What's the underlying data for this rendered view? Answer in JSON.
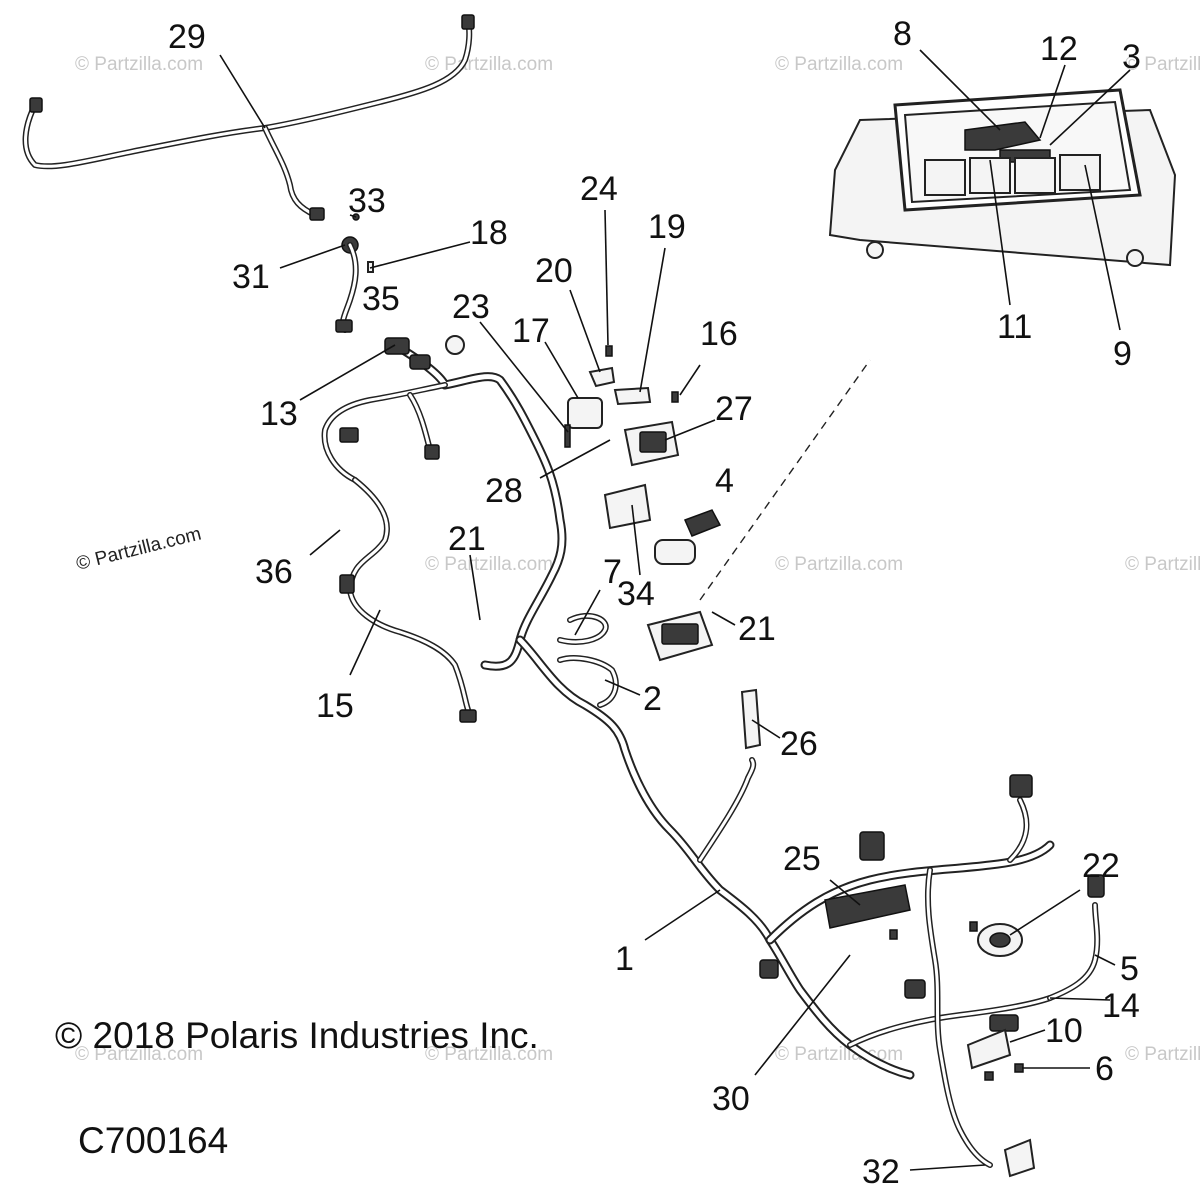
{
  "diagram": {
    "callouts": [
      {
        "id": "29",
        "text": "29"
      },
      {
        "id": "33",
        "text": "33"
      },
      {
        "id": "18",
        "text": "18"
      },
      {
        "id": "31",
        "text": "31"
      },
      {
        "id": "35",
        "text": "35"
      },
      {
        "id": "24",
        "text": "24"
      },
      {
        "id": "19",
        "text": "19"
      },
      {
        "id": "20",
        "text": "20"
      },
      {
        "id": "23",
        "text": "23"
      },
      {
        "id": "17",
        "text": "17"
      },
      {
        "id": "16",
        "text": "16"
      },
      {
        "id": "13",
        "text": "13"
      },
      {
        "id": "27",
        "text": "27"
      },
      {
        "id": "28",
        "text": "28"
      },
      {
        "id": "4",
        "text": "4"
      },
      {
        "id": "21a",
        "text": "21"
      },
      {
        "id": "36",
        "text": "36"
      },
      {
        "id": "7",
        "text": "7"
      },
      {
        "id": "34",
        "text": "34"
      },
      {
        "id": "21b",
        "text": "21"
      },
      {
        "id": "15",
        "text": "15"
      },
      {
        "id": "2",
        "text": "2"
      },
      {
        "id": "26",
        "text": "26"
      },
      {
        "id": "25",
        "text": "25"
      },
      {
        "id": "22",
        "text": "22"
      },
      {
        "id": "1",
        "text": "1"
      },
      {
        "id": "5",
        "text": "5"
      },
      {
        "id": "14",
        "text": "14"
      },
      {
        "id": "10",
        "text": "10"
      },
      {
        "id": "6",
        "text": "6"
      },
      {
        "id": "30",
        "text": "30"
      },
      {
        "id": "32",
        "text": "32"
      },
      {
        "id": "8",
        "text": "8"
      },
      {
        "id": "12",
        "text": "12"
      },
      {
        "id": "3",
        "text": "3"
      },
      {
        "id": "11",
        "text": "11"
      },
      {
        "id": "9",
        "text": "9"
      }
    ],
    "watermark": "© Partzilla.com",
    "copyright": "© 2018 Polaris Industries Inc.",
    "part_code": "C700164"
  }
}
